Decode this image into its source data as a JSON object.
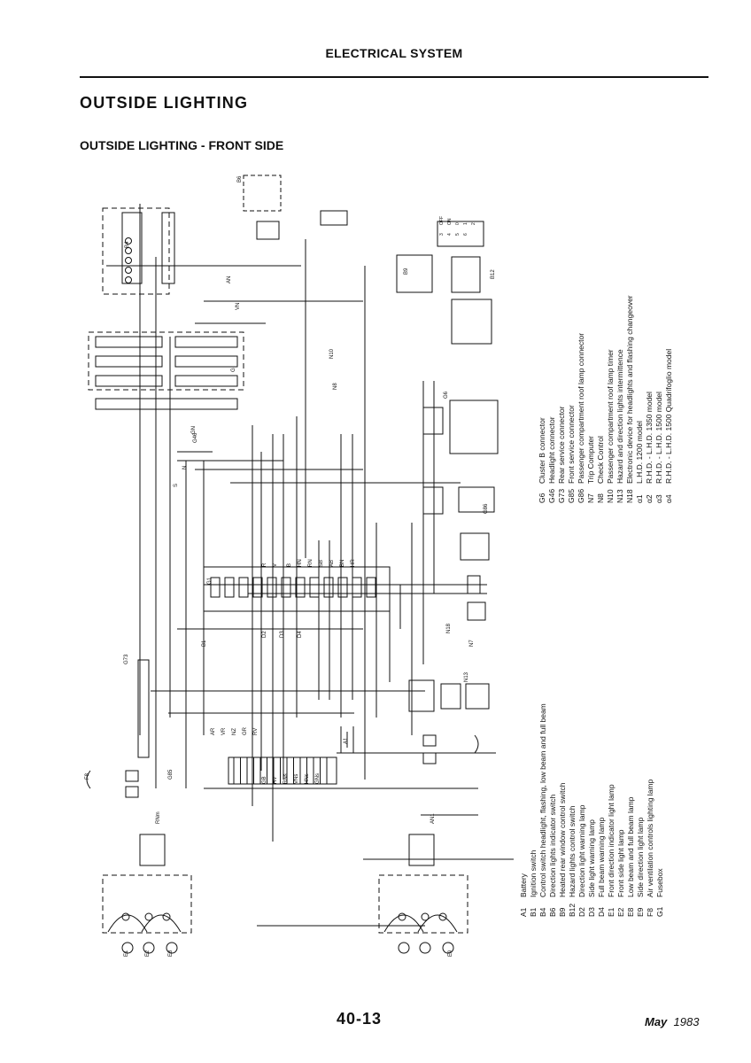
{
  "header": {
    "section": "ELECTRICAL SYSTEM"
  },
  "page_title": "OUTSIDE  LIGHTING",
  "subtitle": "OUTSIDE LIGHTING - FRONT SIDE",
  "legend_left": [
    {
      "code": "A1",
      "text": "Battery"
    },
    {
      "code": "B1",
      "text": "Ignition switch"
    },
    {
      "code": "B4",
      "text": "Control switch headlight, flashing, low beam and full beam"
    },
    {
      "code": "B6",
      "text": "Direction lights indicator switch"
    },
    {
      "code": "B9",
      "text": "Heated rear window control switch"
    },
    {
      "code": "B12",
      "text": "Hazard lights control switch"
    },
    {
      "code": "D2",
      "text": "Direction light warning lamp"
    },
    {
      "code": "D3",
      "text": "Side light warning lamp"
    },
    {
      "code": "D4",
      "text": "Full beam warning lamp"
    },
    {
      "code": "E1",
      "text": "Front direction indicator light lamp"
    },
    {
      "code": "E2",
      "text": "Front side light lamp"
    },
    {
      "code": "E8",
      "text": "Low beam and full beam lamp"
    },
    {
      "code": "E9",
      "text": "Side direction light lamp"
    },
    {
      "code": "F8",
      "text": "Air ventilation controls lighting lamp"
    },
    {
      "code": "G1",
      "text": "Fusebox"
    }
  ],
  "legend_right": [
    {
      "code": "G6",
      "text": "Cluster B connector"
    },
    {
      "code": "G46",
      "text": "Headlight connector"
    },
    {
      "code": "G73",
      "text": "Rear service connector"
    },
    {
      "code": "G85",
      "text": "Front service connector"
    },
    {
      "code": "G86",
      "text": "Passenger compartment roof lamp connector"
    },
    {
      "code": "N7",
      "text": "Trip Computer"
    },
    {
      "code": "N8",
      "text": "Check Control"
    },
    {
      "code": "N10",
      "text": "Passenger compartment roof lamp timer"
    },
    {
      "code": "N13",
      "text": "Hazard and direction lights intermittence"
    },
    {
      "code": "N18",
      "text": "Electronic device for headlights and flashing changeover"
    },
    {
      "code": "α1",
      "text": "L.H.D.  1200 model"
    },
    {
      "code": "α2",
      "text": "R.H.D. - L.H.D.  1350 model"
    },
    {
      "code": "α3",
      "text": "R.H.D. - L.H.D.  1500  model"
    },
    {
      "code": "α4",
      "text": "R.H.D. - L.H.D.  1500  Quadrifoglio model"
    }
  ],
  "wire_labels": [
    "AN",
    "VN",
    "G",
    "GN",
    "N",
    "S",
    "R",
    "V",
    "B",
    "HN",
    "RN",
    "SB",
    "AB",
    "BN",
    "HR",
    "AR",
    "VR",
    "NZ",
    "GR",
    "RV",
    "GB",
    "HV",
    "RNs",
    "VNs",
    "HNs",
    "GNs",
    "RNm",
    "AN1"
  ],
  "component_tags": [
    "A1",
    "B1",
    "B4",
    "B6",
    "B9",
    "B12",
    "D2",
    "D3",
    "D4",
    "E1",
    "E2",
    "E8",
    "E9",
    "F8",
    "G1",
    "G6",
    "G46",
    "G73",
    "G85",
    "G86",
    "N7",
    "N8",
    "N10",
    "N13",
    "N18"
  ],
  "switch_table_labels": [
    "OFF",
    "ON",
    "0",
    "1",
    "2",
    "3",
    "4",
    "5",
    "6"
  ],
  "footer": {
    "page_number": "40-13",
    "month": "May",
    "year": "1983"
  }
}
